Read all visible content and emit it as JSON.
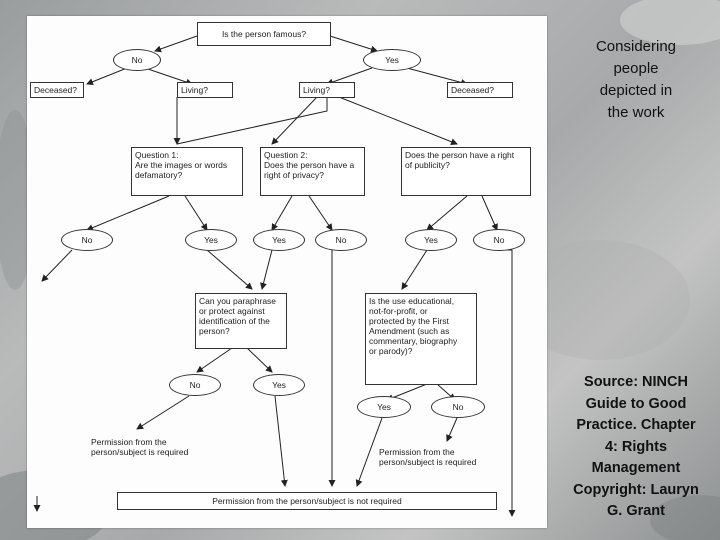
{
  "slide": {
    "caption_top": "Considering\npeople\ndepicted in\nthe work",
    "caption_bottom": "Source: NINCH\nGuide to Good\nPractice. Chapter\n4: Rights\nManagement\nCopyright: Lauryn\nG. Grant"
  },
  "flowchart": {
    "root": "Is the person famous?",
    "no": "No",
    "yes": "Yes",
    "deceased_left": "Deceased?",
    "living_left": "Living?",
    "living_right": "Living?",
    "deceased_right": "Deceased?",
    "q1": "Question 1:\nAre the images or words\ndefamatory?",
    "q2": "Question 2:\nDoes the person have a\nright of privacy?",
    "q3": "Does the person have a right\nof publicity?",
    "q1_no": "No",
    "q1_yes": "Yes",
    "q2_yes": "Yes",
    "q2_no": "No",
    "q3_yes": "Yes",
    "q3_no": "No",
    "paraphrase": "Can you paraphrase\nor protect against\nidentification of the\nperson?",
    "educational": "Is the use educational,\nnot-for-profit, or\nprotected by the First\nAmendment (such as\ncommentary, biography\nor parody)?",
    "para_no": "No",
    "para_yes": "Yes",
    "edu_yes": "Yes",
    "edu_no": "No",
    "permission_left": "Permission from the\nperson/subject is required",
    "permission_right": "Permission from the\nperson/subject is required",
    "not_required": "Permission from the person/subject is not required"
  }
}
